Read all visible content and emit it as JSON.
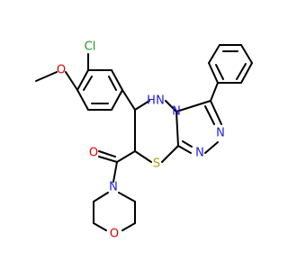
{
  "molecule": {
    "atom_labels": {
      "Cl": "Cl",
      "O_methoxy": "O",
      "NH": "H",
      "NH_N": "N",
      "N_ring1": "N",
      "N_triazole_a": "N",
      "N_triazole_b": "N",
      "S": "S",
      "O_carbonyl": "O",
      "N_morpholine": "N",
      "O_morpholine": "O"
    },
    "colors": {
      "bond": "#000000",
      "N": "#1f1fd6",
      "O": "#e00000",
      "S": "#b8a000",
      "Cl": "#1a9a1a"
    }
  }
}
